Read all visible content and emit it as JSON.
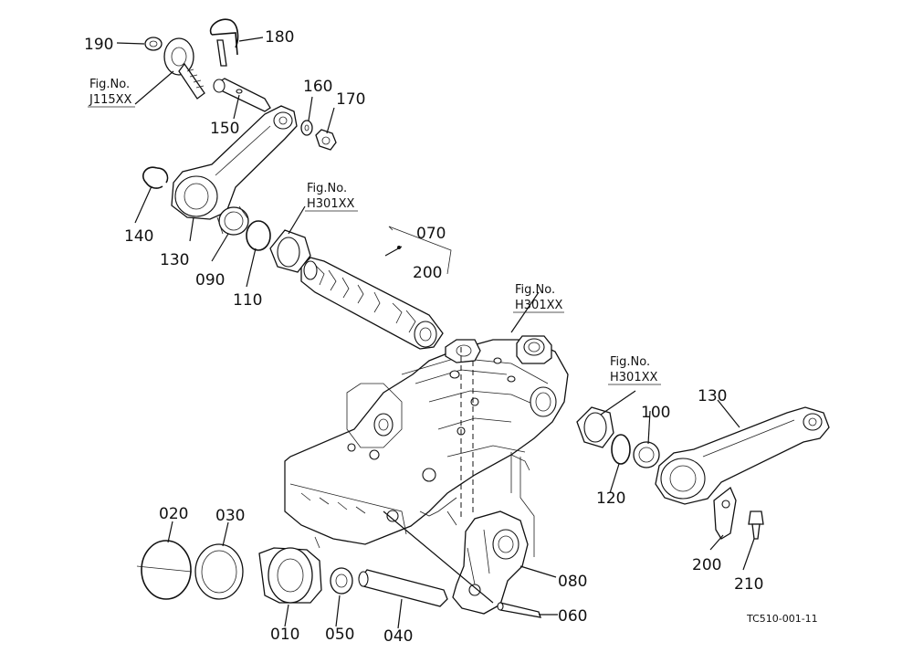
{
  "labels": {
    "p190": "190",
    "p180": "180",
    "p150": "150",
    "p160": "160",
    "p170": "170",
    "p140": "140",
    "p130a": "130",
    "p090": "090",
    "p110": "110",
    "p070": "070",
    "p200a": "200",
    "p100": "100",
    "p130b": "130",
    "p120": "120",
    "p200b": "200",
    "p210": "210",
    "p020": "020",
    "p030": "030",
    "p010": "010",
    "p050": "050",
    "p040": "040",
    "p080": "080",
    "p060": "060"
  },
  "fig_refs": {
    "ref1_line1": "Fig.No.",
    "ref1_line2": "J115XX",
    "ref2_line1": "Fig.No.",
    "ref2_line2": "H301XX",
    "ref3_line1": "Fig.No.",
    "ref3_line2": "H301XX",
    "ref4_line1": "Fig.No.",
    "ref4_line2": "H301XX"
  },
  "drawing_code": "TC510-001-11"
}
